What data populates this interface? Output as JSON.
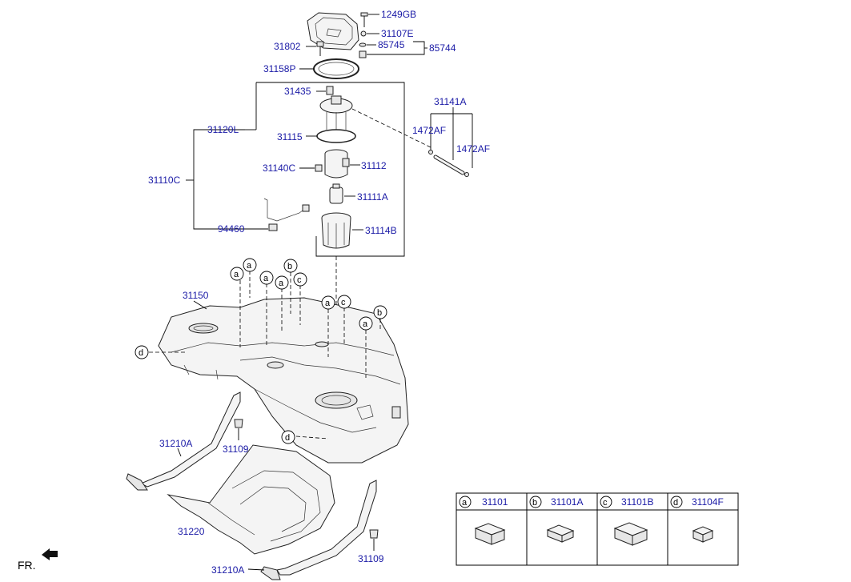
{
  "diagram": {
    "part_numbers": {
      "p1249GB": "1249GB",
      "p31107E": "31107E",
      "p31802": "31802",
      "p85745": "85745",
      "p85744": "85744",
      "p31158P": "31158P",
      "p31435": "31435",
      "p31141A": "31141A",
      "p1472AF_a": "1472AF",
      "p1472AF_b": "1472AF",
      "p31120L": "31120L",
      "p31115": "31115",
      "p31110C": "31110C",
      "p31140C": "31140C",
      "p31112": "31112",
      "p31111A": "31111A",
      "p94460": "94460",
      "p31114B": "31114B",
      "p31150": "31150",
      "p31210A_a": "31210A",
      "p31109_a": "31109",
      "p31220": "31220",
      "p31109_b": "31109",
      "p31210A_b": "31210A"
    },
    "callouts": {
      "a": "a",
      "b": "b",
      "c": "c",
      "d": "d"
    },
    "direction_label": "FR."
  },
  "legend_table": {
    "columns": [
      {
        "letter": "a",
        "part": "31101"
      },
      {
        "letter": "b",
        "part": "31101A"
      },
      {
        "letter": "c",
        "part": "31101B"
      },
      {
        "letter": "d",
        "part": "31104F"
      }
    ]
  }
}
